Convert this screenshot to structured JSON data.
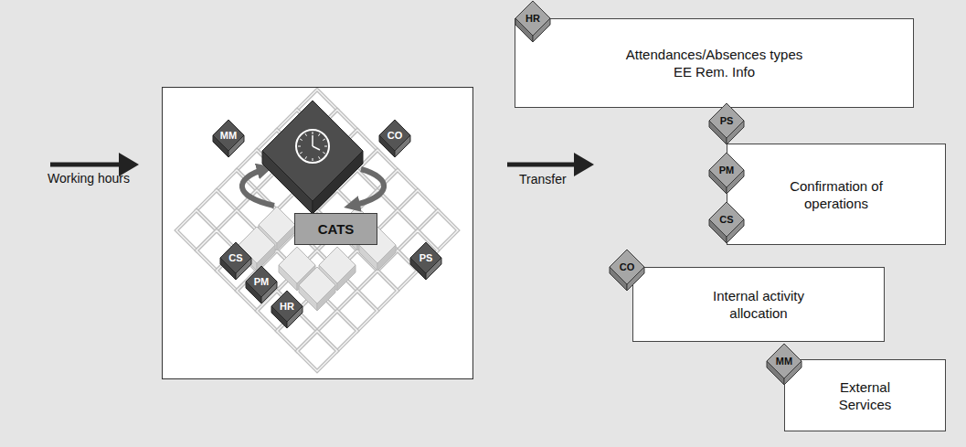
{
  "diagram": {
    "nodes": [
      {
        "text": [
          "CATS"
        ]
      },
      {
        "text": [
          "Attendances/Absences types",
          "EE Rem. Info"
        ]
      },
      {
        "text": [
          "HR"
        ]
      },
      {
        "text": [
          "Confirmation of operations"
        ]
      },
      {
        "text": [
          "PS"
        ]
      },
      {
        "text": [
          "PM"
        ]
      },
      {
        "text": [
          "CS"
        ]
      },
      {
        "text": [
          "Internal activity allocation"
        ]
      },
      {
        "text": [
          "CO"
        ]
      },
      {
        "text": [
          "External Services"
        ]
      },
      {
        "text": [
          "MM"
        ]
      }
    ],
    "labels": [
      "Working hours",
      "Transfer",
      "MM",
      "CO",
      "CS",
      "PM",
      "HR",
      "PS"
    ]
  }
}
